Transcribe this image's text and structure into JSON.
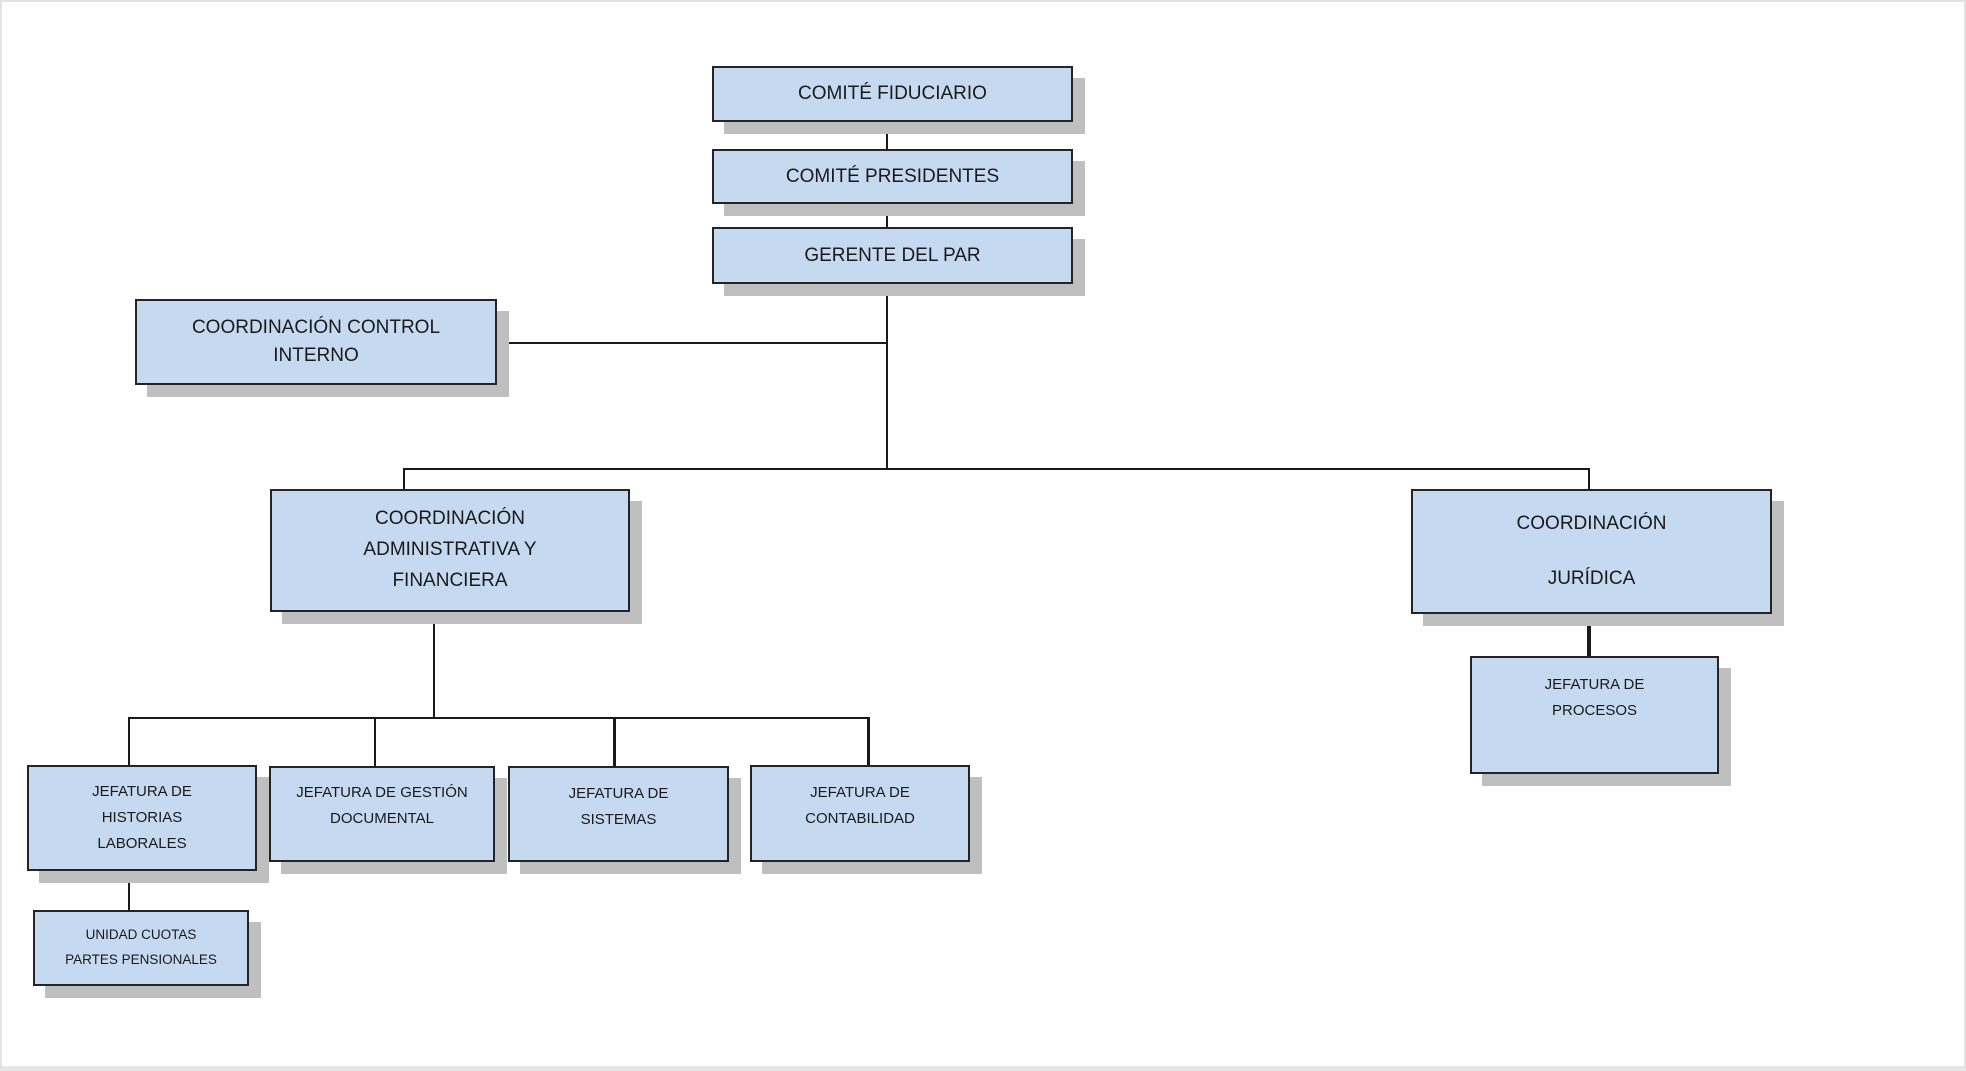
{
  "diagram": {
    "type": "org-chart",
    "nodes": {
      "comite_fiduciario": {
        "label": "COMITÉ FIDUCIARIO"
      },
      "comite_presidentes": {
        "label": "COMITÉ PRESIDENTES"
      },
      "gerente_del_par": {
        "label": "GERENTE DEL PAR"
      },
      "coordinacion_control_interno": {
        "label": "COORDINACIÓN CONTROL\nINTERNO"
      },
      "coordinacion_administrativa_financiera": {
        "label": "COORDINACIÓN\nADMINISTRATIVA Y\nFINANCIERA"
      },
      "coordinacion_juridica": {
        "label": "COORDINACIÓN\n\nJURÍDICA"
      },
      "jefatura_procesos": {
        "label": "JEFATURA DE\nPROCESOS"
      },
      "jefatura_historias_laborales": {
        "label": "JEFATURA DE\nHISTORIAS\nLABORALES"
      },
      "jefatura_gestion_documental": {
        "label": "JEFATURA DE GESTIÓN\nDOCUMENTAL"
      },
      "jefatura_sistemas": {
        "label": "JEFATURA DE\nSISTEMAS"
      },
      "jefatura_contabilidad": {
        "label": "JEFATURA DE\nCONTABILIDAD"
      },
      "unidad_cuotas_partes_pensionales": {
        "label": "UNIDAD CUOTAS\nPARTES PENSIONALES"
      }
    },
    "edges": [
      {
        "from": "comite_fiduciario",
        "to": "comite_presidentes"
      },
      {
        "from": "comite_presidentes",
        "to": "gerente_del_par"
      },
      {
        "from": "gerente_del_par",
        "to": "coordinacion_control_interno",
        "style": "side-branch"
      },
      {
        "from": "gerente_del_par",
        "to": "coordinacion_administrativa_financiera"
      },
      {
        "from": "gerente_del_par",
        "to": "coordinacion_juridica"
      },
      {
        "from": "coordinacion_administrativa_financiera",
        "to": "jefatura_historias_laborales"
      },
      {
        "from": "coordinacion_administrativa_financiera",
        "to": "jefatura_gestion_documental"
      },
      {
        "from": "coordinacion_administrativa_financiera",
        "to": "jefatura_sistemas"
      },
      {
        "from": "coordinacion_administrativa_financiera",
        "to": "jefatura_contabilidad"
      },
      {
        "from": "jefatura_historias_laborales",
        "to": "unidad_cuotas_partes_pensionales"
      },
      {
        "from": "coordinacion_juridica",
        "to": "jefatura_procesos"
      }
    ],
    "colors": {
      "node_fill": "#c5d9f1",
      "node_border": "#242424",
      "node_shadow": "#bfbfbf",
      "connector": "#1a1a1a",
      "background": "#ffffff"
    }
  }
}
